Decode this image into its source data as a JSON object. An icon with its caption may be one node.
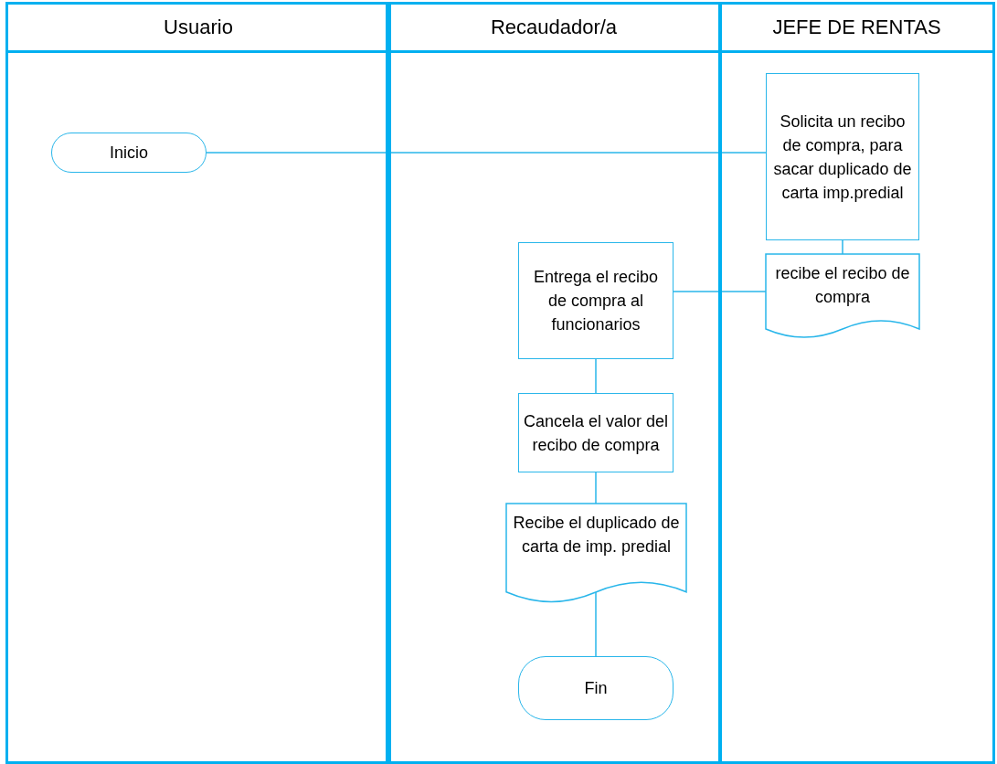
{
  "diagram": {
    "nodes": [
      {
        "text": [
          "Usuario"
        ]
      },
      {
        "text": [
          "Recaudador/a"
        ]
      },
      {
        "text": [
          "JEFE DE RENTAS"
        ]
      },
      {
        "text": [
          "Inicio"
        ],
        "in": 0
      },
      {
        "text": [
          "Solicita un recibo de compra, para sacar duplicado de carta imp.predial"
        ],
        "in": 2
      },
      {
        "text": [
          "recibe el recibo de compra"
        ],
        "in": 2
      },
      {
        "text": [
          "Entrega el recibo de compra al funcionarios"
        ],
        "in": 1
      },
      {
        "text": [
          "Cancela el valor del recibo de compra"
        ],
        "in": 1
      },
      {
        "text": [
          "Recibe el duplicado de carta de imp. predial"
        ],
        "in": 1
      },
      {
        "text": [
          "Fin"
        ],
        "in": 1
      }
    ],
    "edges": [
      {
        "from": 3,
        "to": 4,
        "arrow": "none"
      },
      {
        "from": 4,
        "to": 5,
        "arrow": "none"
      },
      {
        "from": 5,
        "to": 6,
        "arrow": "none"
      },
      {
        "from": 6,
        "to": 7,
        "arrow": "none"
      },
      {
        "from": 7,
        "to": 8,
        "arrow": "none"
      },
      {
        "from": 8,
        "to": 9,
        "arrow": "none"
      }
    ]
  }
}
